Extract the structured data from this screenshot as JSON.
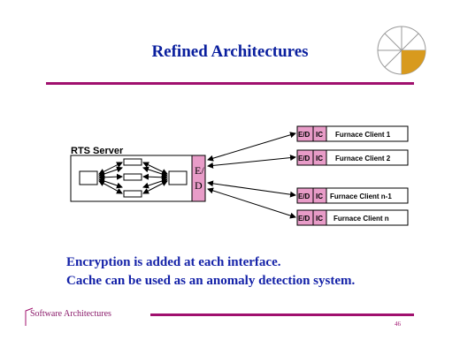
{
  "slide": {
    "title": "Refined Architectures",
    "page_number": "46"
  },
  "diagram": {
    "server_label": "RTS Server",
    "ed_top": "E/",
    "ed_bottom": "D",
    "clients": [
      {
        "ed": "E/D",
        "ic": "IC",
        "name": "Furnace Client 1"
      },
      {
        "ed": "E/D",
        "ic": "IC",
        "name": "Furnace Client 2"
      },
      {
        "ed": "E/D",
        "ic": "IC",
        "name": "Furnace Client n-1"
      },
      {
        "ed": "E/D",
        "ic": "IC",
        "name": "Furnace Client n"
      }
    ],
    "colors": {
      "ed_fill": "#e89cc8",
      "accent": "#a0106e",
      "title": "#0a1f9e"
    }
  },
  "bullets": [
    "Encryption is added at each interface.",
    "Cache can be used as an anomaly detection system."
  ],
  "footer": {
    "label": "Software Architectures"
  },
  "logo": {
    "icon": "pie-wheel-logo"
  }
}
